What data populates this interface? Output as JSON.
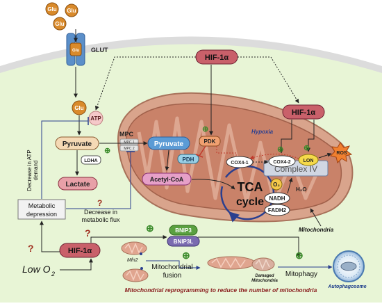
{
  "labels": {
    "glu": "Glu",
    "glut_box": "Glu",
    "glut": "GLUT",
    "atp": "ATP",
    "pyruvate": "Pyruvate",
    "ldha": "LDHA",
    "lactate": "Lactate",
    "hif_top": "HIF-1α",
    "hif_mito": "HIF-1α",
    "hif_bottom": "HIF-1α",
    "mpc": "MPC",
    "mpc1": "MPC 1",
    "mpc2": "MPC 2",
    "mito_pyruvate": "Pyruvate",
    "pdk": "PDK",
    "pdh": "PDH",
    "acetyl_coa": "Acetyl-CoA",
    "hypoxia": "Hypoxia",
    "cox41": "COX4-1",
    "cox42": "COX4-2",
    "lon": "LON",
    "ros": "ROS",
    "complex_iv": "Complex IV",
    "tca_line1": "TCA",
    "tca_line2": "cycle",
    "o2": "O₂",
    "h2o": "H₂O",
    "nadh": "NADH",
    "fadh2": "FADH2",
    "mitochondria": "Mitochondria",
    "atp_demand_line1": "Decrease in ATP",
    "atp_demand_line2": "demand",
    "metabolic_line1": "Metabolic",
    "metabolic_line2": "depression",
    "flux_line1": "Decrease in",
    "flux_line2": "metabolic flux",
    "question": "?",
    "bnip3": "BNIP3",
    "bnip3l": "BNIP3L",
    "mfn2": "Mfn2",
    "fusion_line1": "Mitochondrial",
    "fusion_line2": "fusion",
    "damaged_line1": "Damaged",
    "damaged_line2": "Mitochondria",
    "mitophagy": "Mitophagy",
    "autophagosome": "Autophagosome",
    "low_o2": "Low O",
    "low_o2_sub": "2",
    "footer": "Mitochondrial reprogramming to reduce the number of mitochondria",
    "plus": "⊕"
  },
  "colors": {
    "cytoplasm": "#e8f5d6",
    "membrane": "#d9d9d9",
    "mito_outer": "#d9a48c",
    "mito_inner": "#b56a4d",
    "hif_fill": "#c9606a",
    "pyruvate_fill": "#f5d9b5",
    "lactate_fill": "#e8a0a8",
    "mito_pyruvate_fill": "#5b9bd5",
    "pdk_fill": "#f0a070",
    "acetyl_fill": "#e6a0c8",
    "arrow": "#222222",
    "green_plus": "#3a8a2a",
    "question": "#a03020",
    "footer_text": "#8b2020",
    "bnip3_fill": "#5aa040",
    "bnip3l_fill": "#7a6ab0",
    "ros_fill": "#f08030"
  }
}
